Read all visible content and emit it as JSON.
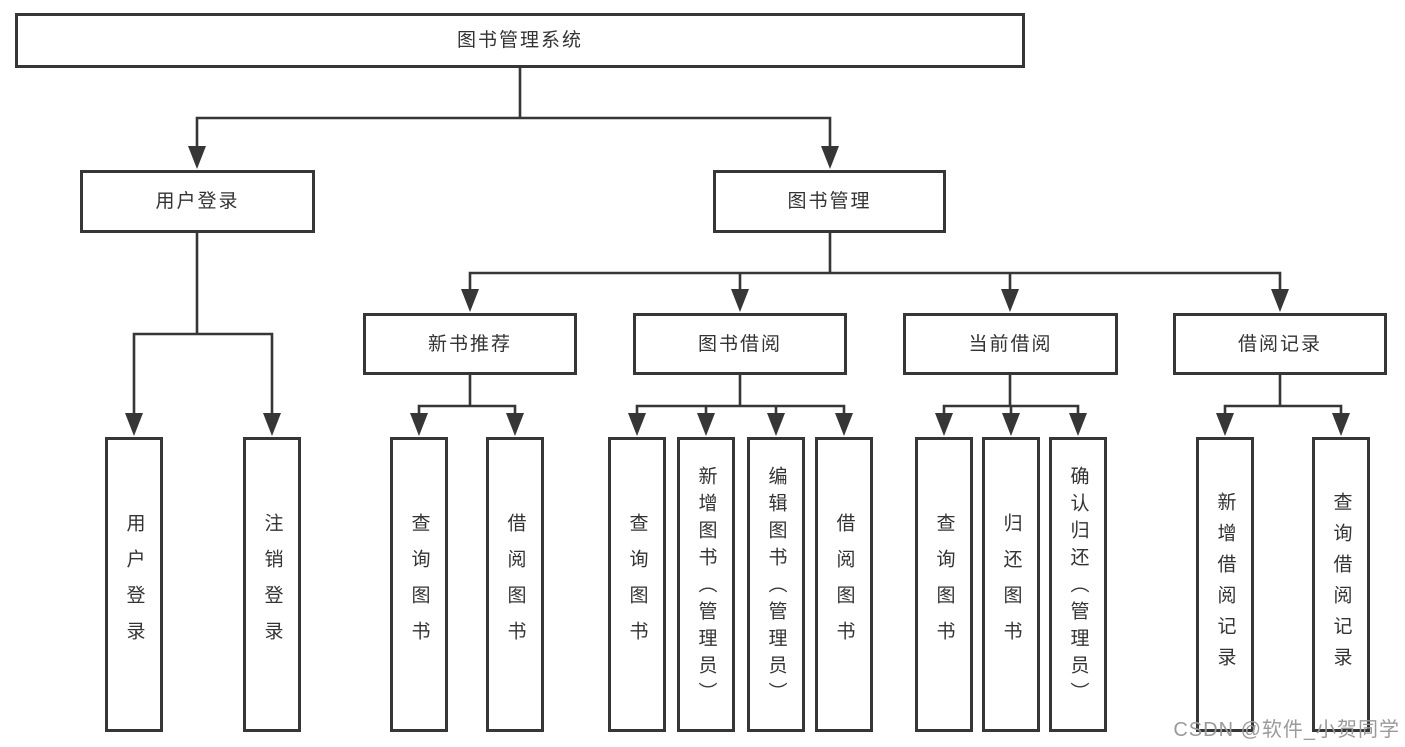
{
  "diagram": {
    "type": "hierarchy-structure-diagram",
    "title": "图书管理系统",
    "colors": {
      "line": "#363636",
      "box_border": "#363636",
      "box_fill": "#ffffff",
      "text": "#333333",
      "watermark": "#9a9a9a",
      "background": "#ffffff"
    },
    "nodes": {
      "root": {
        "label": "图书管理系统",
        "level": 1
      },
      "user_login": {
        "label": "用户登录",
        "level": 2
      },
      "book_mgmt": {
        "label": "图书管理",
        "level": 2
      },
      "new_book_rec": {
        "label": "新书推荐",
        "level": 3
      },
      "book_borrow": {
        "label": "图书借阅",
        "level": 3
      },
      "current_borrow": {
        "label": "当前借阅",
        "level": 3
      },
      "borrow_records": {
        "label": "借阅记录",
        "level": 3
      },
      "login_user": {
        "label": "用户登录",
        "level": 4
      },
      "login_logout": {
        "label": "注销登录",
        "level": 4
      },
      "rec_query_book": {
        "label": "查询图书",
        "level": 4
      },
      "rec_borrow_book": {
        "label": "借阅图书",
        "level": 4
      },
      "bor_query_book": {
        "label": "查询图书",
        "level": 4
      },
      "bor_add_book": {
        "label": "新增图书（管理员）",
        "level": 4
      },
      "bor_edit_book": {
        "label": "编辑图书（管理员）",
        "level": 4
      },
      "bor_borrow_book": {
        "label": "借阅图书",
        "level": 4
      },
      "cur_query_book": {
        "label": "查询图书",
        "level": 4
      },
      "cur_return_book": {
        "label": "归还图书",
        "level": 4
      },
      "cur_confirm_return": {
        "label": "确认归还（管理员）",
        "level": 4
      },
      "hist_add_record": {
        "label": "新增借阅记录",
        "level": 4
      },
      "hist_query_record": {
        "label": "查询借阅记录",
        "level": 4
      }
    },
    "hierarchy": [
      {
        "parent": "root",
        "children": [
          "user_login",
          "book_mgmt"
        ]
      },
      {
        "parent": "user_login",
        "children": [
          "login_user",
          "login_logout"
        ]
      },
      {
        "parent": "book_mgmt",
        "children": [
          "new_book_rec",
          "book_borrow",
          "current_borrow",
          "borrow_records"
        ]
      },
      {
        "parent": "new_book_rec",
        "children": [
          "rec_query_book",
          "rec_borrow_book"
        ]
      },
      {
        "parent": "book_borrow",
        "children": [
          "bor_query_book",
          "bor_add_book",
          "bor_edit_book",
          "bor_borrow_book"
        ]
      },
      {
        "parent": "current_borrow",
        "children": [
          "cur_query_book",
          "cur_return_book",
          "cur_confirm_return"
        ]
      },
      {
        "parent": "borrow_records",
        "children": [
          "hist_add_record",
          "hist_query_record"
        ]
      }
    ]
  },
  "watermark": "CSDN @软件_小贺同学"
}
